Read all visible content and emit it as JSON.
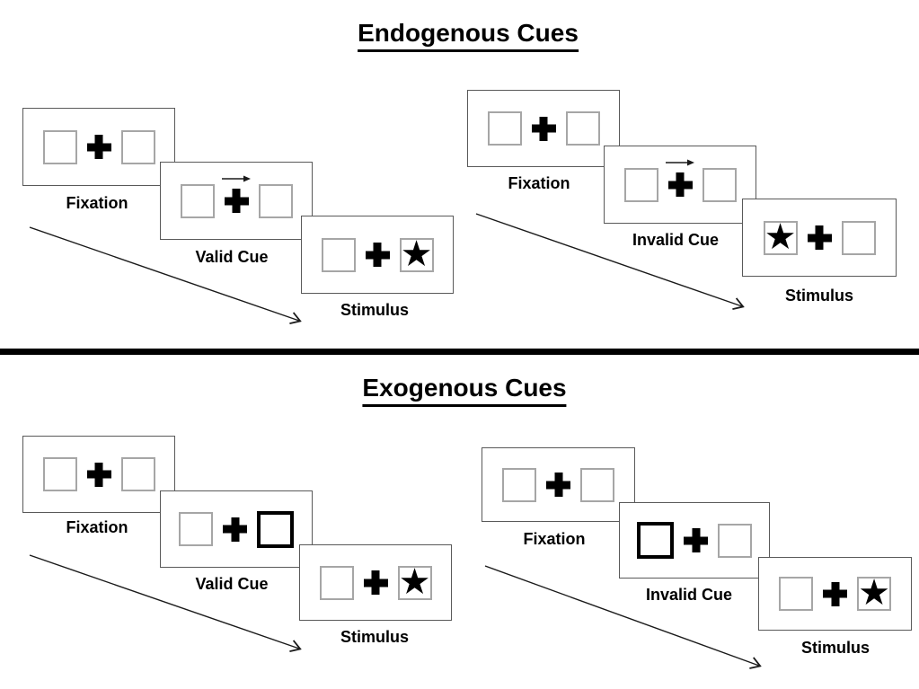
{
  "colors": {
    "background": "#ffffff",
    "panel_border": "#595959",
    "box_border": "#a6a6a6",
    "ink": "#000000"
  },
  "icons": {
    "star": "★",
    "fixation_cross": "plus-cross",
    "cue_arrow": "right-arrow",
    "timeline_arrow": "diagonal-right-down-arrow"
  },
  "sections": [
    {
      "title": "Endogenous Cues",
      "sequences": [
        {
          "name": "valid",
          "cue_type": "central-arrow-right",
          "target_side": "right",
          "panels": [
            {
              "label": "Fixation"
            },
            {
              "label": "Valid Cue"
            },
            {
              "label": "Stimulus"
            }
          ]
        },
        {
          "name": "invalid",
          "cue_type": "central-arrow-right",
          "target_side": "left",
          "panels": [
            {
              "label": "Fixation"
            },
            {
              "label": "Invalid Cue"
            },
            {
              "label": "Stimulus"
            }
          ]
        }
      ]
    },
    {
      "title": "Exogenous Cues",
      "sequences": [
        {
          "name": "valid",
          "cue_type": "peripheral-bold-box-right",
          "target_side": "right",
          "panels": [
            {
              "label": "Fixation"
            },
            {
              "label": "Valid Cue"
            },
            {
              "label": "Stimulus"
            }
          ]
        },
        {
          "name": "invalid",
          "cue_type": "peripheral-bold-box-left",
          "target_side": "right",
          "panels": [
            {
              "label": "Fixation"
            },
            {
              "label": "Invalid Cue"
            },
            {
              "label": "Stimulus"
            }
          ]
        }
      ]
    }
  ]
}
